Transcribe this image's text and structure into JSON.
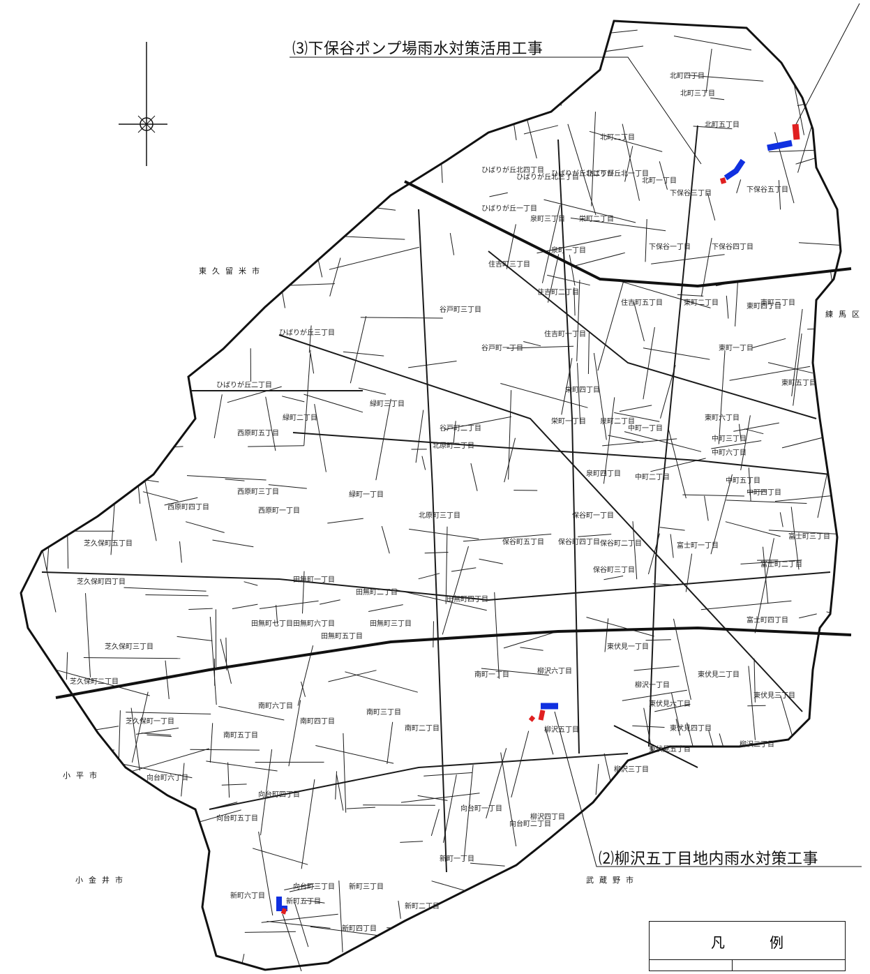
{
  "callouts": {
    "c3": "⑶下保谷ポンプ場雨水対策活用工事",
    "c2": "⑵柳沢五丁目地内雨水対策工事"
  },
  "cities": {
    "higashikurume": "東久留米市",
    "nerima": "練馬区",
    "kodaira": "小平市",
    "koganei": "小金井市",
    "musashino": "武蔵野市"
  },
  "towns": [
    "北町四丁目",
    "北町三丁目",
    "北町五丁目",
    "北町二丁目",
    "北町一丁目",
    "下保谷三丁目",
    "下保谷五丁目",
    "ひばりが丘北四丁目",
    "ひばりが丘北三丁目",
    "ひばりが丘北二丁目",
    "ひばりが丘北一丁目",
    "ひばりが丘一丁目",
    "泉町三丁目",
    "泉町一丁目",
    "下保谷一丁目",
    "下保谷四丁目",
    "住吉町三丁目",
    "住吉町二丁目",
    "住吉町五丁目",
    "住吉町一丁目",
    "谷戸町三丁目",
    "谷戸町二丁目",
    "谷戸町一丁目",
    "東町二丁目",
    "東町三丁目",
    "東町一丁目",
    "東町四丁目",
    "東町五丁目",
    "東町六丁目",
    "ひばりが丘三丁目",
    "ひばりが丘二丁目",
    "緑町三丁目",
    "緑町二丁目",
    "緑町一丁目",
    "西原町五丁目",
    "西原町三丁目",
    "西原町四丁目",
    "西原町一丁目",
    "栄町二丁目",
    "栄町四丁目",
    "栄町一丁目",
    "中町一丁目",
    "中町二丁目",
    "中町三丁目",
    "中町四丁目",
    "中町五丁目",
    "中町六丁目",
    "北原町二丁目",
    "北原町三丁目",
    "泉町二丁目",
    "泉町四丁目",
    "保谷町五丁目",
    "保谷町四丁目",
    "保谷町三丁目",
    "保谷町二丁目",
    "保谷町一丁目",
    "富士町一丁目",
    "富士町二丁目",
    "富士町三丁目",
    "富士町四丁目",
    "芝久保町五丁目",
    "芝久保町四丁目",
    "芝久保町三丁目",
    "芝久保町二丁目",
    "芝久保町一丁目",
    "田無町一丁目",
    "田無町二丁目",
    "田無町三丁目",
    "田無町四丁目",
    "田無町五丁目",
    "田無町六丁目",
    "田無町七丁目",
    "南町一丁目",
    "南町二丁目",
    "南町三丁目",
    "南町四丁目",
    "南町五丁目",
    "南町六丁目",
    "柳沢一丁目",
    "柳沢二丁目",
    "柳沢三丁目",
    "柳沢四丁目",
    "柳沢五丁目",
    "柳沢六丁目",
    "東伏見一丁目",
    "東伏見二丁目",
    "東伏見三丁目",
    "東伏見四丁目",
    "東伏見五丁目",
    "東伏見六丁目",
    "向台町一丁目",
    "向台町二丁目",
    "向台町三丁目",
    "向台町四丁目",
    "向台町五丁目",
    "向台町六丁目",
    "新町一丁目",
    "新町二丁目",
    "新町三丁目",
    "新町四丁目",
    "新町五丁目",
    "新町六丁目"
  ],
  "legend": {
    "title": "凡　例"
  },
  "colors": {
    "lines": "#1a1a1a",
    "works_blue": "#1030e0",
    "works_red": "#e02020"
  }
}
